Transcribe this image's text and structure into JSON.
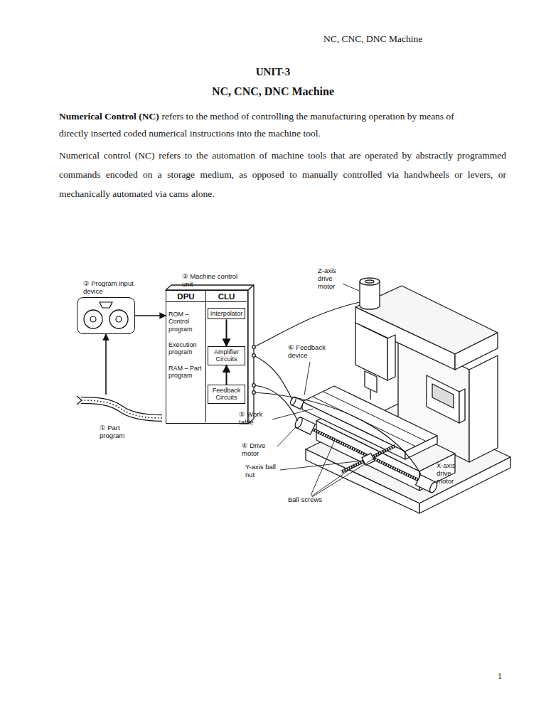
{
  "diagram": {
    "title": "NC, CNC, DNC Machine",
    "nodes": [
      {
        "text": [
          "② Program input device"
        ]
      },
      {
        "text": [
          "③ Machine control unit"
        ]
      },
      {
        "text": [
          "DPU",
          "ROM – Control program",
          "Execution program",
          "RAM – Part program"
        ],
        "in": 1
      },
      {
        "text": [
          "CLU"
        ],
        "in": 1
      },
      {
        "text": [
          "Interpolator"
        ],
        "in": 3
      },
      {
        "text": [
          "Amplifier Circuits"
        ],
        "in": 3
      },
      {
        "text": [
          "Feedback Circuits"
        ],
        "in": 3
      },
      {
        "text": [
          "① Part program"
        ]
      }
    ],
    "edges": [
      {
        "from": 7,
        "to": 0,
        "arrow": "to"
      },
      {
        "from": 0,
        "to": 1,
        "arrow": "to"
      },
      {
        "from": 4,
        "to": 5,
        "arrow": "to"
      },
      {
        "from": 6,
        "to": 5,
        "arrow": "to"
      }
    ],
    "labels": [
      "NC, CNC, DNC Machine",
      "UNIT-3",
      "Numerical Control (NC)",
      "refers to the method of controlling the manufacturing operation by means of directly inserted coded numerical instructions into the machine tool.",
      "Numerical control (NC) refers to the automation of machine tools that are operated by abstractly programmed commands encoded on a storage medium, as opposed to manually controlled via handwheels or levers, or mechanically automated via cams alone.",
      "Z-axis drive motor",
      "⑥ Feedback device",
      "⑤ Work table",
      "④ Drive motor",
      "Y-axis ball nut",
      "Ball screws",
      "X-axis drive motor",
      "1"
    ]
  }
}
